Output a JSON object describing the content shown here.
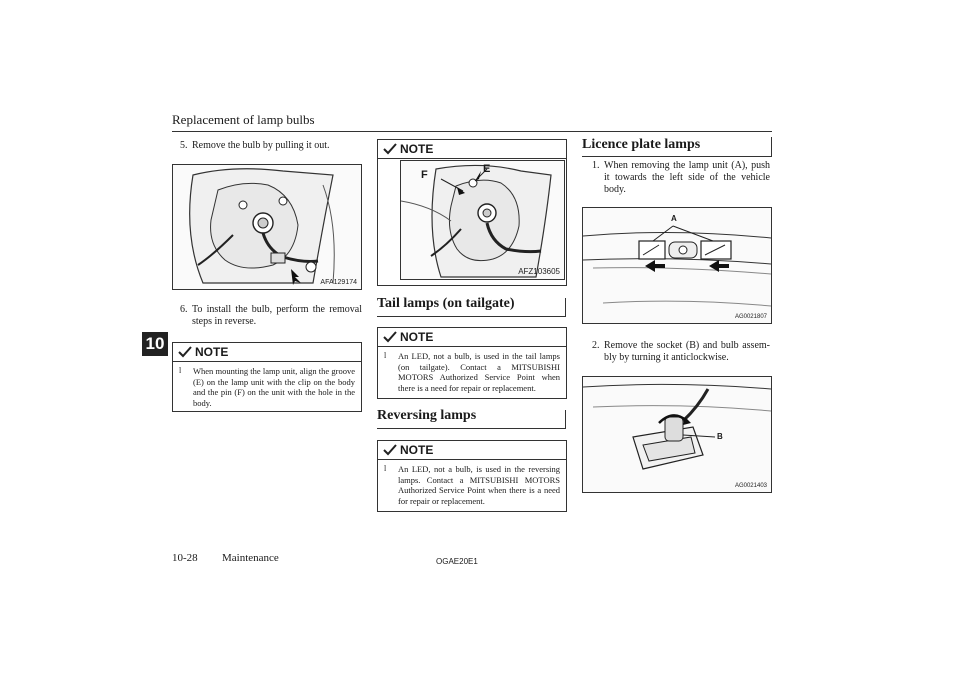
{
  "header": {
    "title": "Replacement of lamp bulbs"
  },
  "chapter_tab": "10",
  "col1": {
    "step5": {
      "num": "5.",
      "text": "Remove the bulb by pulling it out."
    },
    "fig1_code": "AFA129174",
    "step6": {
      "num": "6.",
      "text": "To install the bulb, perform the removal steps in reverse."
    },
    "note": {
      "label": "NOTE",
      "bullet": "l",
      "text": "When mounting the lamp unit, align the groove (E) on the lamp unit with the clip on the body and the pin (F) on the unit with the hole in the body."
    }
  },
  "col2": {
    "note_fig": {
      "label": "NOTE",
      "fig_code": "AFZ103605",
      "label_E": "E",
      "label_F": "F"
    },
    "tail_title": "Tail lamps (on tailgate)",
    "tail_note": {
      "label": "NOTE",
      "bullet": "l",
      "text": "An LED, not a bulb, is used in the tail lamps (on tailgate). Contact a MITSUBISHI MOTORS Authorized Service Point when there is a need for repair or replacement."
    },
    "rev_title": "Reversing lamps",
    "rev_note": {
      "label": "NOTE",
      "bullet": "l",
      "text": "An LED, not a bulb, is used in the reversing lamps. Contact a MITSUBISHI MOTORS Authorized Service Point when there is a need for repair or replacement."
    }
  },
  "col3": {
    "title": "Licence plate lamps",
    "step1": {
      "num": "1.",
      "text": "When removing the lamp unit (A), push it towards the left side of the vehicle body."
    },
    "fig2": {
      "code": "AG0021807",
      "label_A": "A"
    },
    "step2": {
      "num": "2.",
      "text": "Remove the socket (B) and bulb assem-bly by turning it anticlockwise."
    },
    "fig3": {
      "code": "AG0021403",
      "label_B": "B"
    }
  },
  "footer": {
    "page": "10-28",
    "section": "Maintenance",
    "code": "OGAE20E1"
  }
}
